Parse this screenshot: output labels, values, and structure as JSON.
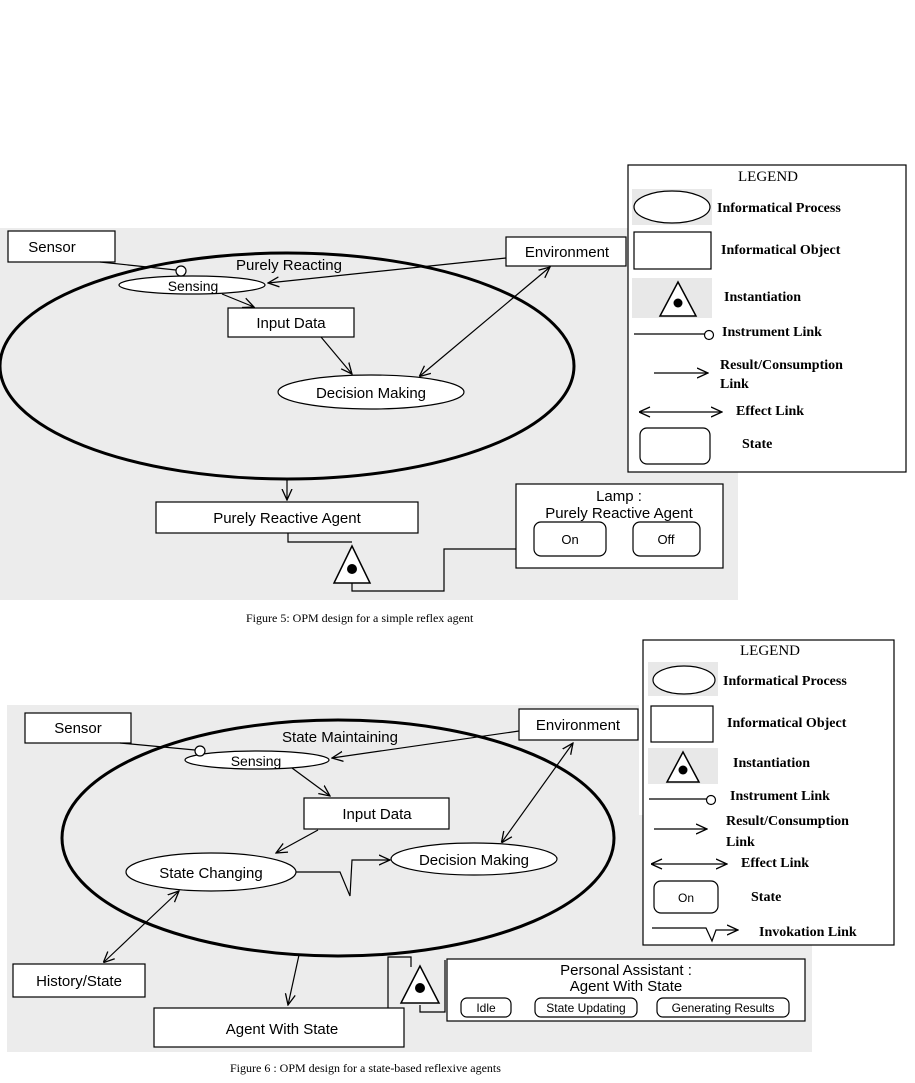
{
  "figure5": {
    "diagram": {
      "sensor": "Sensor",
      "environment": "Environment",
      "outer_process": "Purely Reacting",
      "sensing": "Sensing",
      "input_data": "Input Data",
      "decision_making": "Decision Making",
      "agent": "Purely Reactive Agent",
      "instance_title_line1": "Lamp :",
      "instance_title_line2": "Purely Reactive Agent",
      "state_on": "On",
      "state_off": "Off"
    },
    "legend": {
      "title": "LEGEND",
      "process": "Informatical Process",
      "object": "Informatical Object",
      "instantiation": "Instantiation",
      "instrument": "Instrument Link",
      "result_line1": "Result/Consumption",
      "result_line2": "Link",
      "effect": "Effect Link",
      "state": "State"
    },
    "caption": "Figure 5: OPM design for a simple reflex agent"
  },
  "figure6": {
    "diagram": {
      "sensor": "Sensor",
      "environment": "Environment",
      "outer_process": "State Maintaining",
      "sensing": "Sensing",
      "input_data": "Input Data",
      "state_changing": "State Changing",
      "decision_making": "Decision Making",
      "history": "History/State",
      "agent": "Agent With State",
      "instance_title_line1": "Personal Assistant :",
      "instance_title_line2": "Agent With State",
      "state_idle": "Idle",
      "state_updating": "State Updating",
      "state_generating": "Generating Results"
    },
    "legend": {
      "title": "LEGEND",
      "process": "Informatical Process",
      "object": "Informatical Object",
      "instantiation": "Instantiation",
      "instrument": "Instrument Link",
      "result_line1": "Result/Consumption",
      "result_line2": "Link",
      "effect": "Effect Link",
      "state": "State",
      "state_sample": "On",
      "invocation": "Invokation Link"
    },
    "caption": "Figure 6 : OPM design for a state-based reflexive agents"
  }
}
